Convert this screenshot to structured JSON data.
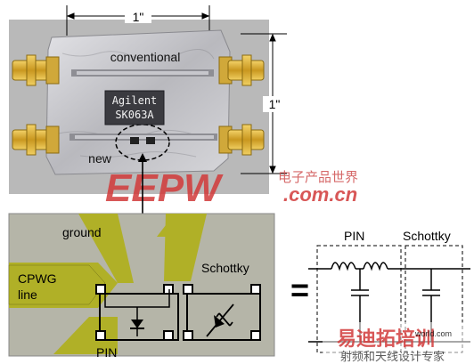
{
  "photo": {
    "width_label": "1\"",
    "height_label": "1\"",
    "conventional_label": "conventional",
    "new_label": "new",
    "chip_line1": "Agilent",
    "chip_line2": "SK063A"
  },
  "layout_view": {
    "ground_label": "ground",
    "cpwg_label_line1": "CPWG",
    "cpwg_label_line2": "line",
    "schottky_label": "Schottky",
    "pin_label": "PIN"
  },
  "equals_sign": "=",
  "schematic": {
    "pin_label": "PIN",
    "schottky_label": "Schottky"
  },
  "watermarks": {
    "eepw_logo": "EEPW",
    "eepw_cn": "电子产品世界",
    "eepw_url": ".com.cn",
    "bottom_cn1": "易迪拓培训",
    "bottom_cn2": "射频和天线设计专家",
    "bottom_url": "world.com"
  },
  "colors": {
    "ground_plane": "#b5b5a8",
    "cpwg_trace": "#b0b027",
    "board_metal": "#c9c9cc",
    "connector_gold": "#d9b23a",
    "watermark_red": "#d23a3a"
  }
}
